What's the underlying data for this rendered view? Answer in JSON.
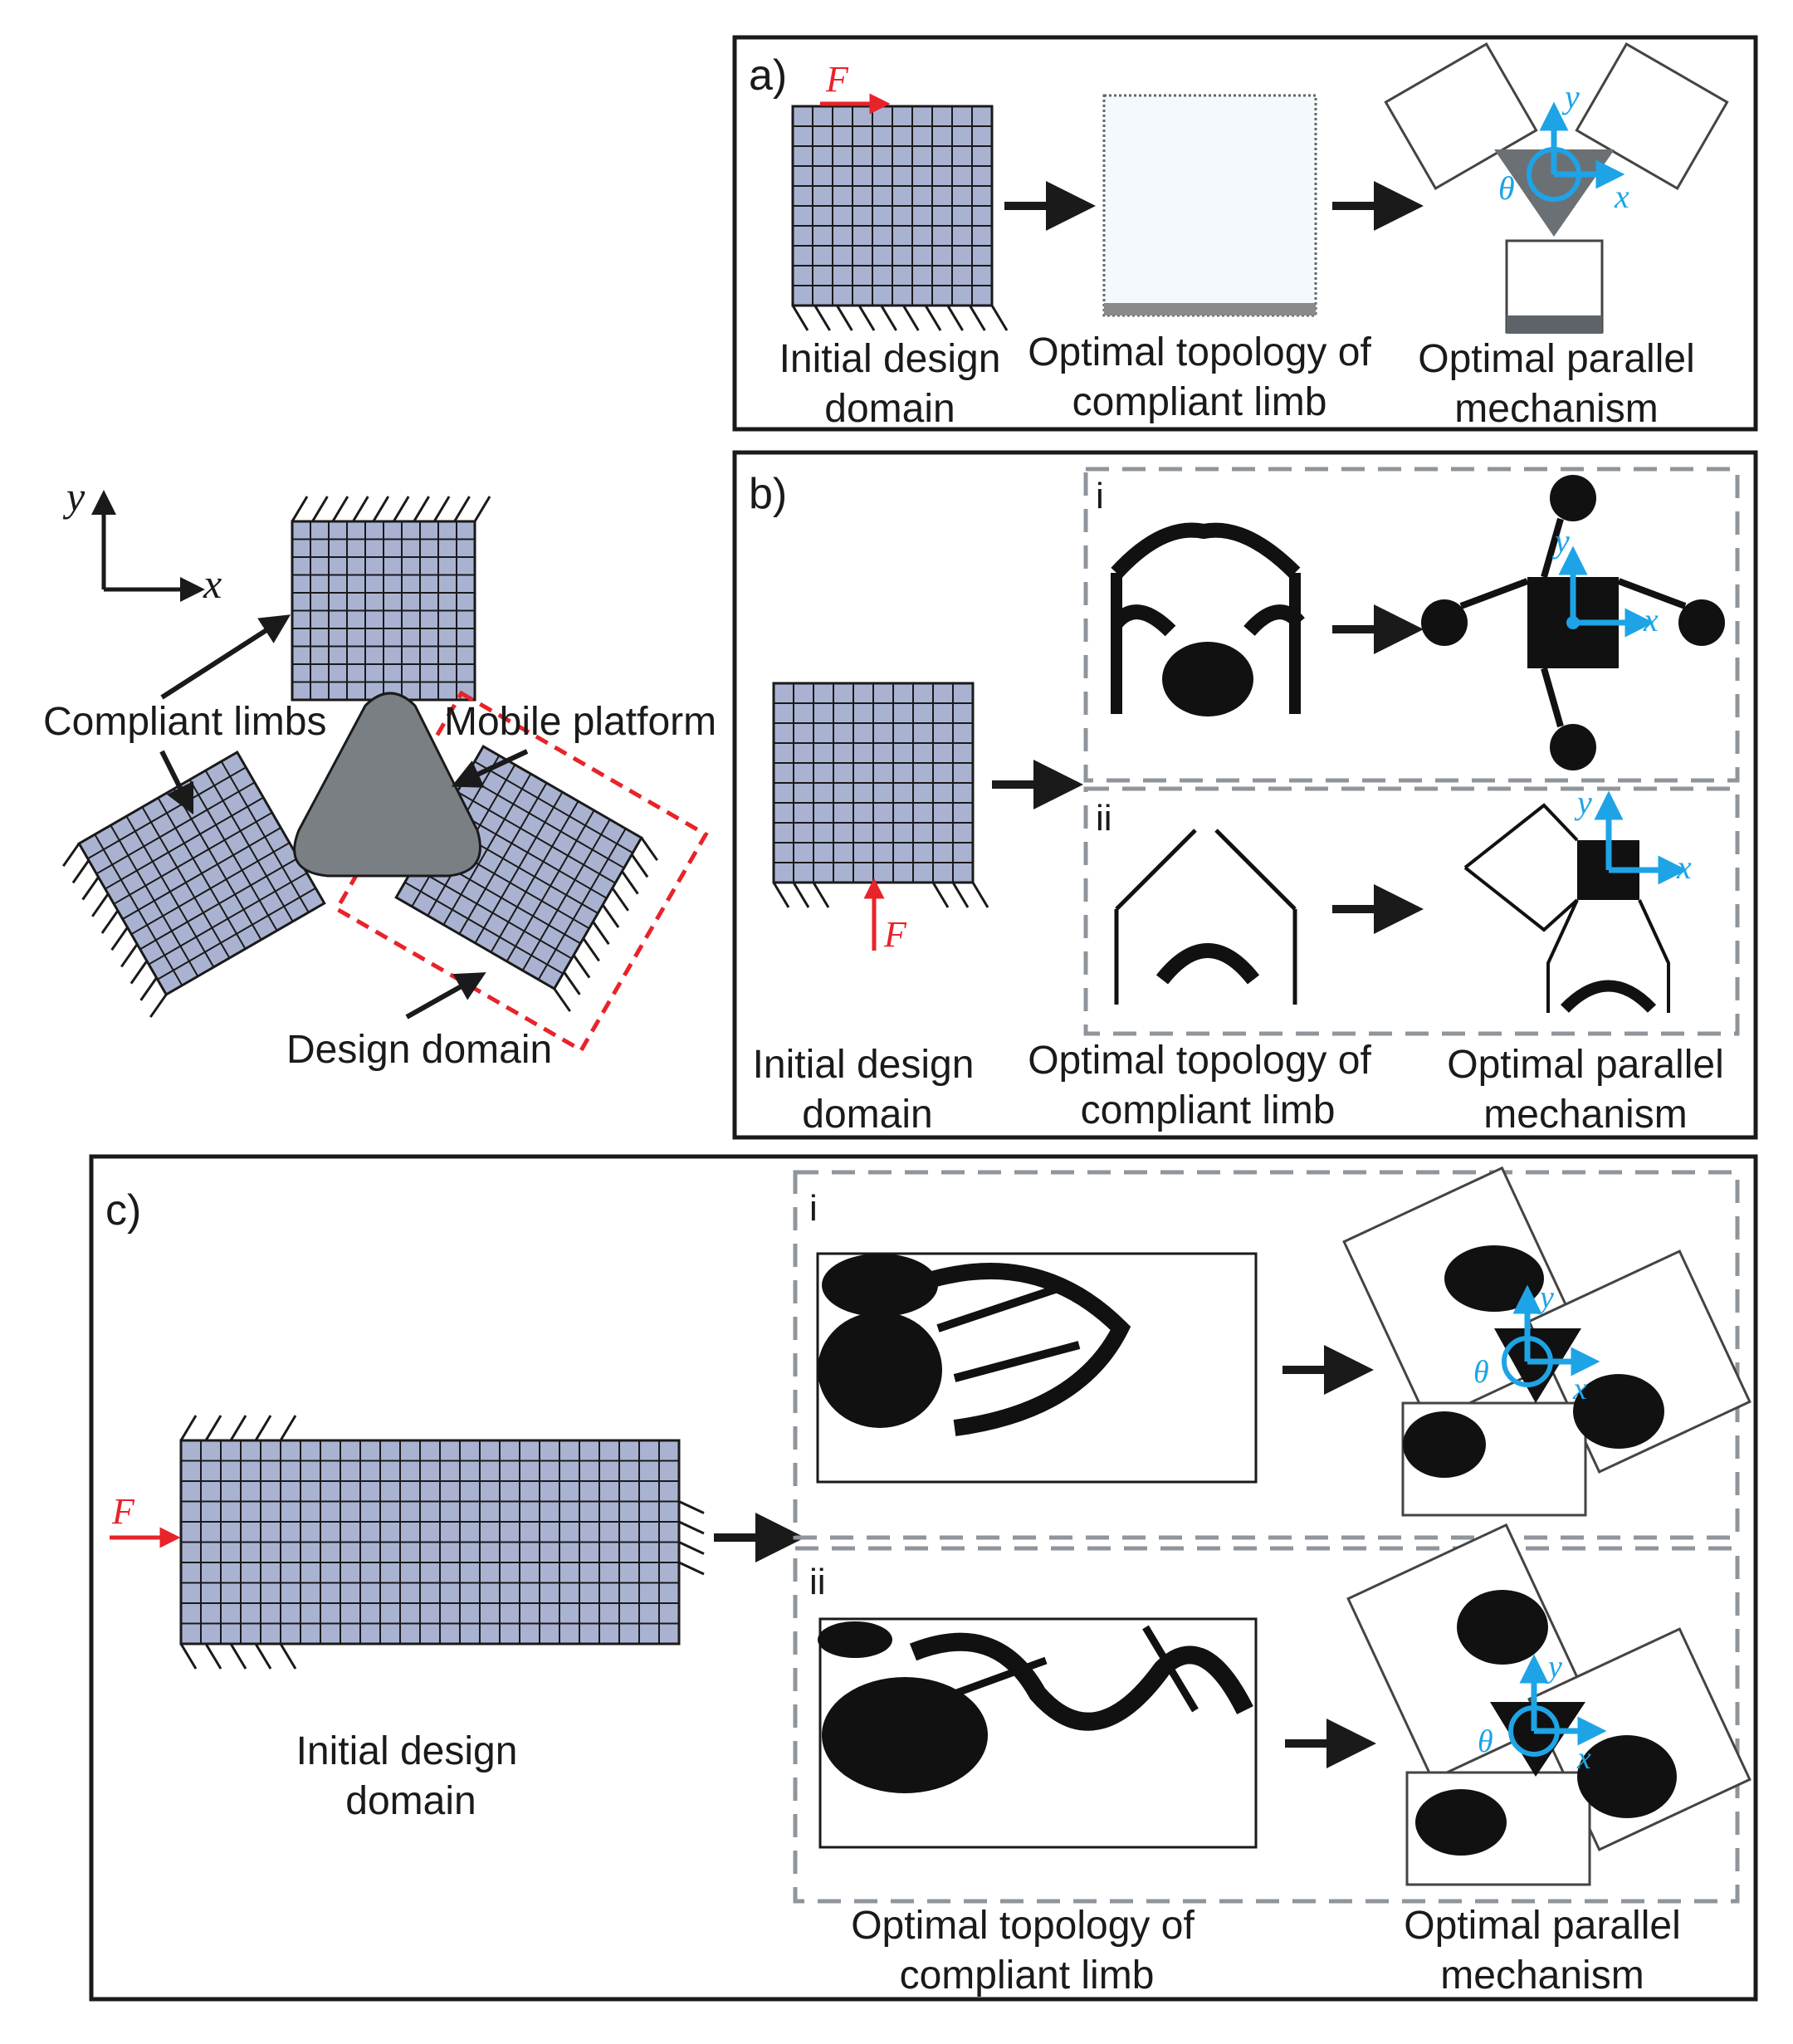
{
  "colors": {
    "mesh_fill": "#a9b3d1",
    "mesh_line": "#1a1a1a",
    "platform": "#7a7f84",
    "force": "#e8232a",
    "axes_blue": "#1ea4e6",
    "dashed_gray": "#8f959b",
    "material": "#111111"
  },
  "left": {
    "axis_y": "y",
    "axis_x": "x",
    "compliant_limbs": "Compliant limbs",
    "mobile_platform": "Mobile platform",
    "design_domain": "Design domain"
  },
  "panel_a": {
    "tag": "a)",
    "force": "F",
    "col1": [
      "Initial design",
      "domain"
    ],
    "col2": [
      "Optimal topology of",
      "compliant limb"
    ],
    "col3": [
      "Optimal parallel",
      "mechanism"
    ],
    "axis_x": "x",
    "axis_y": "y",
    "theta": "θ"
  },
  "panel_b": {
    "tag": "b)",
    "force": "F",
    "sub_i": "i",
    "sub_ii": "ii",
    "col1": [
      "Initial design",
      "domain"
    ],
    "col2": [
      "Optimal topology of",
      "compliant limb"
    ],
    "col3": [
      "Optimal parallel",
      "mechanism"
    ],
    "axis_x": "x",
    "axis_y": "y"
  },
  "panel_c": {
    "tag": "c)",
    "force": "F",
    "sub_i": "i",
    "sub_ii": "ii",
    "col1": [
      "Initial design",
      "domain"
    ],
    "col2": [
      "Optimal topology of",
      "compliant limb"
    ],
    "col3": [
      "Optimal parallel",
      "mechanism"
    ],
    "axis_x": "x",
    "axis_y": "y",
    "theta": "θ"
  }
}
